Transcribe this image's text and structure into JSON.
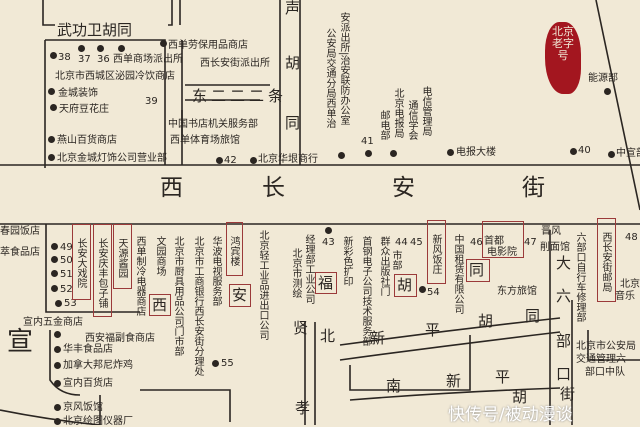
{
  "map": {
    "streets": {
      "wugongwei": "武功卫胡同",
      "sheng1": "声",
      "sheng2": "胡",
      "sheng3": "同",
      "dong": "东二二二条",
      "xi": "西",
      "chang": "长",
      "an": "安",
      "jie": "街",
      "xuan": "宣",
      "xian": "贤",
      "xiao": "孝",
      "bei": "北",
      "xin": "新",
      "ping": "平",
      "hu": "胡",
      "tong": "同",
      "nan": "南",
      "xin2": "新",
      "ping2": "平",
      "hu2": "胡",
      "da": "大",
      "liu": "六",
      "bu": "部",
      "kou": "口",
      "jie2": "街",
      "box_xi": "西",
      "box_an": "安",
      "box_fu": "福",
      "box_hu": "胡",
      "box_tong": "同"
    },
    "numbers": {
      "n36": "36",
      "n37": "37",
      "n38": "38",
      "n39": "39",
      "n40": "40",
      "n41": "41",
      "n42": "42",
      "n43": "43",
      "n44": "44",
      "n45": "45",
      "n46": "46",
      "n47": "47",
      "n48": "48",
      "n49": "49",
      "n50": "50",
      "n51": "51",
      "n52": "52",
      "n53": "53",
      "n54": "54",
      "n55": "55"
    },
    "places": {
      "p1": "西单劳保用品商店",
      "p2": "西单商场派出所",
      "p3": "西长安街派出所",
      "p4": "北京市西城区泌园冷饮商店",
      "p5": "金城装饰",
      "p6": "天府豆花庄",
      "p7": "中国书店机关服务部",
      "p8": "西单体育场旅馆",
      "p9": "燕山百货商店",
      "p10": "北京金城灯饰公司营业部",
      "p11": "北京华垠商行",
      "p12": "安派出所|治安联防办公室",
      "p13": "公安局交通分局西单治",
      "p14": "邮电部",
      "p15": "北京电报局",
      "p16": "通信学会",
      "p17": "电信管理局",
      "p18": "电报大楼",
      "p19": "能源部",
      "p20": "中宣部",
      "p21": "春园饭店",
      "p22": "萃食品店",
      "p23": "长安大戏院",
      "p24": "长安庆丰包子铺",
      "p25": "天源酱园",
      "p26": "西单制冷电器商店",
      "p27": "文园商场",
      "p28": "北京市厨具用品公司门市部",
      "p29": "北京市工商银行西长安街分理处",
      "p30": "华波电视服务部",
      "p31": "鸿宾楼",
      "p32": "北京轻工业品进出口公司",
      "p33": "北京市测绘",
      "p34": "经理部工业公司",
      "p35": "宣内五金商店",
      "p36": "西安福副食商店",
      "p37": "华丰食品店",
      "p38": "加拿大邦尼炸鸡",
      "p39": "宣内百货店",
      "p40": "京风饭馆",
      "p41": "北京绘图仪器厂",
      "p42": "新彩色扩印",
      "p43": "首钢电子公司技术服务部",
      "p44": "群众出版社门",
      "p45": "市部",
      "p46": "新风饭庄",
      "p47": "中国租赁有限公司",
      "p48": "首都",
      "p49": "电影院",
      "p50": "晋风",
      "p51": "削面馆",
      "p52": "六部口自行车修理部",
      "p53": "西长安街邮局",
      "p54": "北京",
      "p55": "音乐",
      "p56": "东方旅馆",
      "p57": "北京市公安局",
      "p58": "交通管理六",
      "p59": "部口中队"
    },
    "seal_text": "北京老字号",
    "watermark": "快传号/被动漫谈",
    "colors": {
      "paper": "#f1e9d6",
      "ink": "#2b2622",
      "box": "#9b3a3a",
      "seal": "#a3161f"
    }
  }
}
